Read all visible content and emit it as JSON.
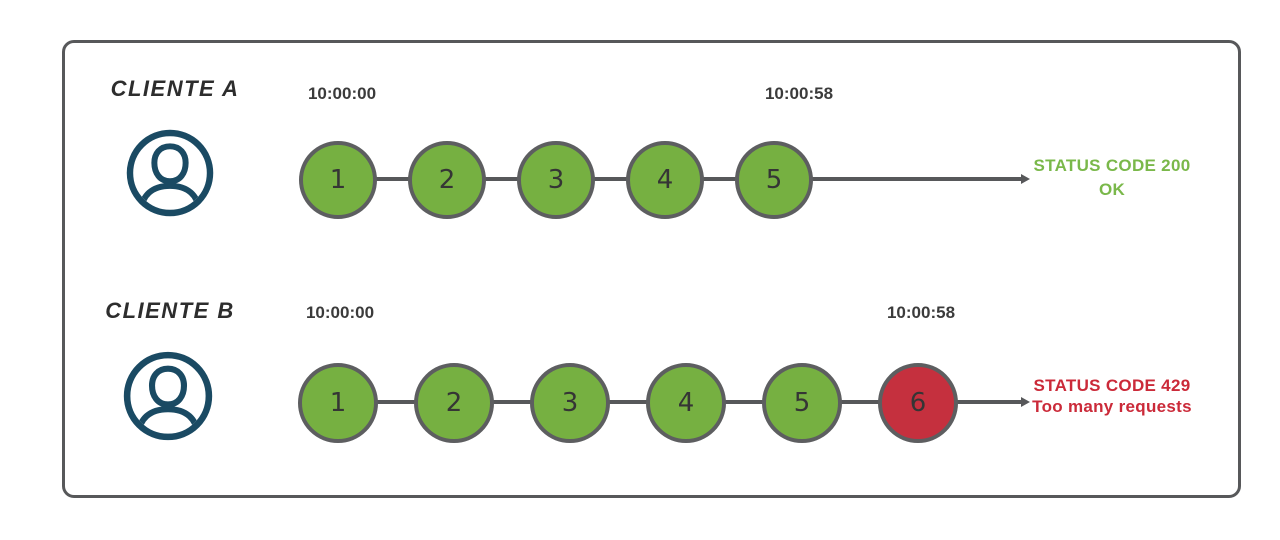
{
  "colors": {
    "allowed_green": "#76b041",
    "blocked_red": "#c5303e",
    "avatar_navy": "#1a4a63",
    "line_gray": "#57585a",
    "status_ok_green": "#7ab84a",
    "status_error_red": "#cb2a39"
  },
  "clients": [
    {
      "name": "CLIENTE A",
      "icon": "user-circle-icon",
      "start_time": "10:00:00",
      "end_time": "10:00:58",
      "requests": [
        {
          "label": "1",
          "status": "allowed"
        },
        {
          "label": "2",
          "status": "allowed"
        },
        {
          "label": "3",
          "status": "allowed"
        },
        {
          "label": "4",
          "status": "allowed"
        },
        {
          "label": "5",
          "status": "allowed"
        }
      ],
      "status_line1": "STATUS CODE 200",
      "status_line2": "OK",
      "result": "success"
    },
    {
      "name": "CLIENTE B",
      "icon": "user-circle-icon",
      "start_time": "10:00:00",
      "end_time": "10:00:58",
      "requests": [
        {
          "label": "1",
          "status": "allowed"
        },
        {
          "label": "2",
          "status": "allowed"
        },
        {
          "label": "3",
          "status": "allowed"
        },
        {
          "label": "4",
          "status": "allowed"
        },
        {
          "label": "5",
          "status": "allowed"
        },
        {
          "label": "6",
          "status": "blocked"
        }
      ],
      "status_line1": "STATUS CODE 429",
      "status_line2": "Too many requests",
      "result": "rate_limited"
    }
  ]
}
